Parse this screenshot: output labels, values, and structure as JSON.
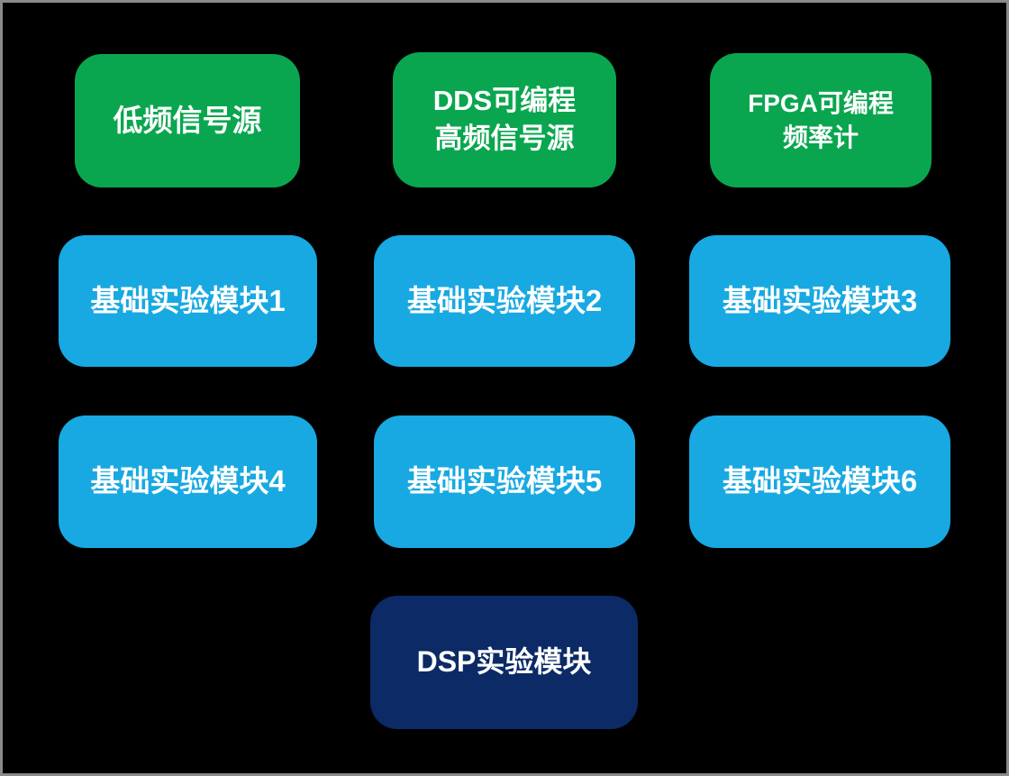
{
  "colors": {
    "background": "#000000",
    "green": "#0aa64f",
    "blue": "#18a9e2",
    "navy": "#0b2a66",
    "text": "#ffffff",
    "frame": "#8a8a8a"
  },
  "sources": {
    "low_freq": {
      "label": "低频信号源"
    },
    "dds": {
      "line1": "DDS可编程",
      "line2": "高频信号源"
    },
    "fpga": {
      "line1": "FPGA可编程",
      "line2": "频率计"
    }
  },
  "modules": [
    {
      "label": "基础实验模块1"
    },
    {
      "label": "基础实验模块2"
    },
    {
      "label": "基础实验模块3"
    },
    {
      "label": "基础实验模块4"
    },
    {
      "label": "基础实验模块5"
    },
    {
      "label": "基础实验模块6"
    }
  ],
  "dsp": {
    "label": "DSP实验模块"
  }
}
